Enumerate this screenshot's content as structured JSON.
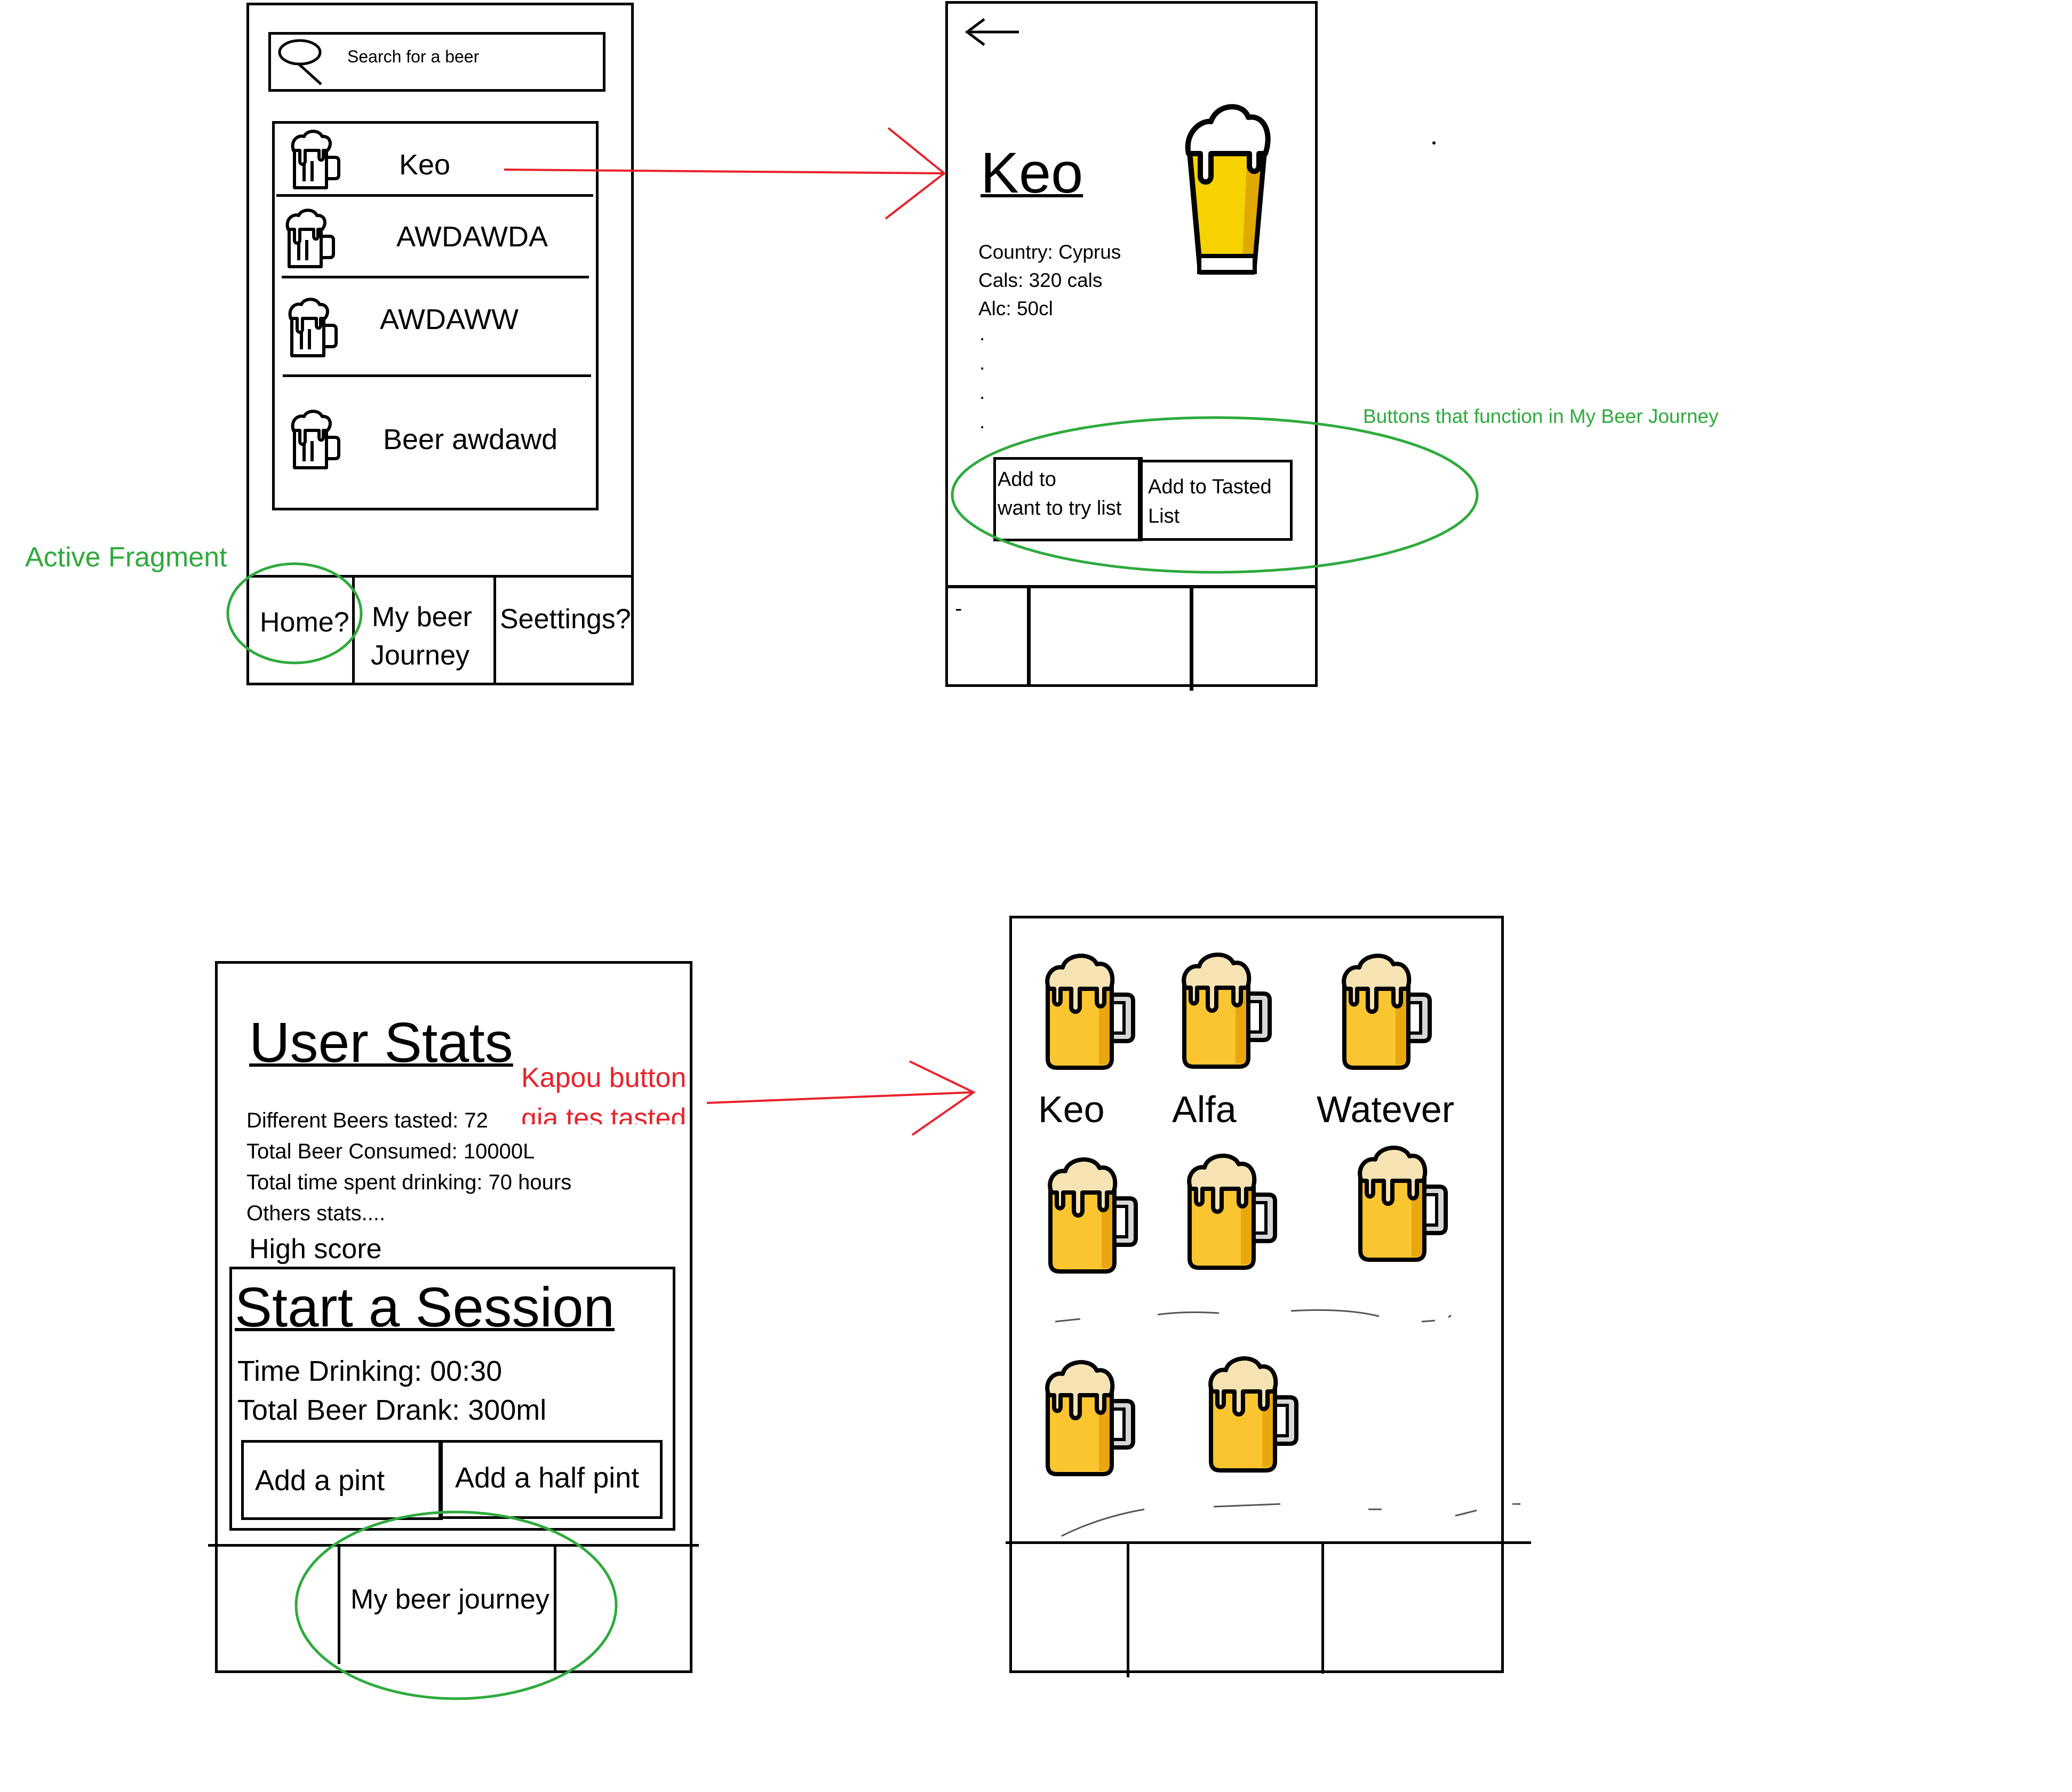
{
  "screen1": {
    "search_placeholder": "Search for a beer",
    "items": [
      {
        "label": "Keo",
        "icon": "beer-mug-outline-icon"
      },
      {
        "label": "AWDAWDA",
        "icon": "beer-mug-outline-icon"
      },
      {
        "label": "AWDAWW",
        "icon": "beer-mug-outline-icon"
      },
      {
        "label": "Beer awdawd",
        "icon": "beer-mug-outline-icon"
      }
    ],
    "nav": {
      "home": "Home?",
      "journey_line1": "My beer",
      "journey_line2": "Journey",
      "settings": "Seettings?"
    }
  },
  "screen2": {
    "title": "Keo",
    "details": [
      "Country: Cyprus",
      "Cals: 320 cals",
      "Alc: 50cl",
      ".",
      ".",
      ".",
      "."
    ],
    "button_want_line1": "Add to",
    "button_want_line2": "want to try list",
    "button_tasted_line1": "Add to Tasted",
    "button_tasted_line2": "List",
    "nav_mark": "-",
    "icons": {
      "back": "back-arrow-icon",
      "glass": "beer-glass-icon"
    }
  },
  "screen3": {
    "title": "User Stats",
    "stats": [
      "Different Beers tasted:  72",
      "Total Beer Consumed: 10000L",
      "Total time spent drinking: 70 hours",
      "Others stats...."
    ],
    "high_score": "High score",
    "session": {
      "title": "Start a Session",
      "time": "Time Drinking: 00:30",
      "total": "Total Beer Drank: 300ml",
      "add_pint": "Add a pint",
      "add_half_pint": "Add a half pint"
    },
    "nav_journey": "My beer journey"
  },
  "screen4": {
    "labels": [
      "Keo",
      "Alfa",
      "Watever"
    ],
    "mug_icon": "beer-mug-color-icon",
    "mug_count": 8
  },
  "annotations": {
    "active_fragment": "Active Fragment",
    "buttons_note": "Buttons that function in My Beer Journey",
    "kapou_line1": "Kapou button",
    "kapou_line2": "gia tes tasted"
  },
  "colors": {
    "annotation_green": "#2eaa3c",
    "arrow_red": "#e8222a",
    "beer_yellow": "#fbc531",
    "foam": "#f6e3b4",
    "mug_grey": "#b9b9b9"
  }
}
